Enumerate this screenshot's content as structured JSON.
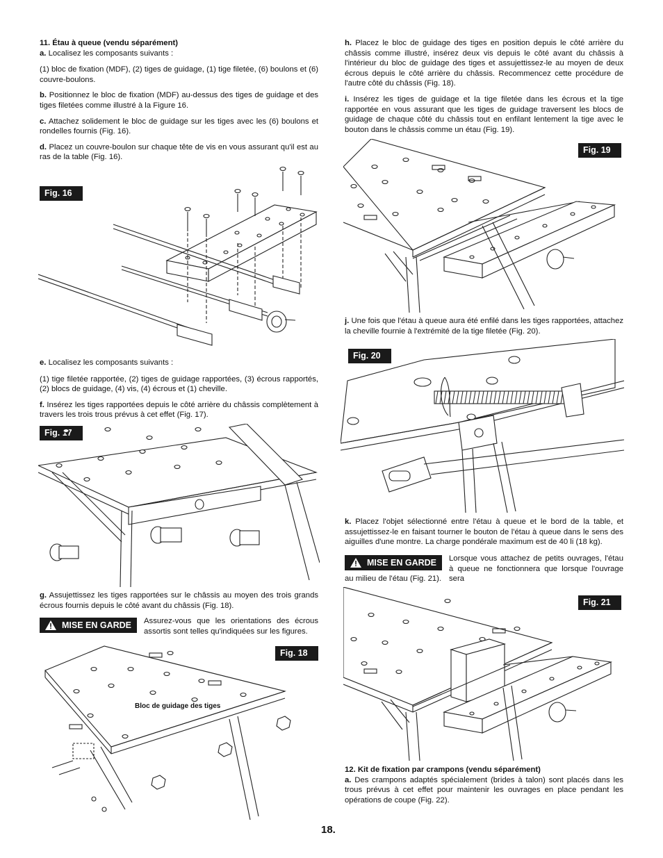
{
  "left": {
    "section11_title": "11. Étau à queue (vendu séparément)",
    "a_label": "a.",
    "a_text": "Localisez les composants suivants :",
    "components1": "(1) bloc de fixation (MDF), (2) tiges de guidage, (1) tige filetée, (6) boulons et (6) couvre-boulons.",
    "b_label": "b.",
    "b_text": "Positionnez le bloc de fixation (MDF) au-dessus des tiges de guidage et des tiges filetées comme illustré à la Figure 16.",
    "c_label": "c.",
    "c_text": "Attachez solidement le bloc de guidage sur les tiges avec les (6) boulons et rondelles fournis (Fig. 16).",
    "d_label": "d.",
    "d_text": "Placez un couvre-boulon sur chaque tête de vis en vous assurant qu'il est au ras de la table (Fig. 16).",
    "fig16": "Fig. 16",
    "e_label": "e.",
    "e_text": "Localisez les composants suivants :",
    "components2": "(1) tige filetée rapportée, (2) tiges de guidage rapportées, (3) écrous rapportés, (2) blocs de guidage, (4) vis, (4) écrous et (1) cheville.",
    "f_label": "f.",
    "f_text": "Insérez les tiges rapportées depuis le côté arrière du châssis complètement à travers les trois trous prévus à cet effet (Fig. 17).",
    "fig17": "Fig. 17",
    "g_label": "g.",
    "g_text": "Assujettissez les tiges rapportées sur le châssis au moyen des trois grands écrous fournis depuis le côté avant du châssis (Fig. 18).",
    "warning1_badge": "MISE EN GARDE",
    "warning1_text": "Assurez-vous que les orientations des écrous assortis sont telles qu'indiquées sur les figures.",
    "fig18": "Fig. 18",
    "fig18_callout": "Bloc de guidage des tiges"
  },
  "right": {
    "h_label": "h.",
    "h_text": "Placez le bloc de guidage des tiges en position depuis le côté arrière du châssis comme illustré, insérez deux vis depuis le côté avant du châssis à l'intérieur du bloc de guidage des tiges et assujettissez-le au moyen de deux écrous depuis le côté arrière du châssis. Recommencez cette procédure de l'autre côté du châssis (Fig. 18).",
    "i_label": "i.",
    "i_text": "Insérez les tiges de guidage et la tige filetée dans les écrous et la tige rapportée en vous assurant que les tiges de guidage traversent les blocs de guidage de chaque côté du châssis tout en enfilant lentement la tige avec le bouton dans le châssis comme un étau (Fig. 19).",
    "fig19": "Fig. 19",
    "j_label": "j.",
    "j_text": "Une fois que l'étau à queue aura été enfilé dans les tiges rapportées, attachez la cheville fournie à l'extrémité de la tige filetée (Fig. 20).",
    "fig20": "Fig. 20",
    "k_label": "k.",
    "k_text": "Placez l'objet sélectionné entre l'étau à queue et le bord de la table, et assujettissez-le en faisant tourner le bouton de l'étau à queue dans le sens des aiguilles d'une montre. La charge pondérale maximum est de 40 li (18 kg).",
    "warning2_badge": "MISE EN GARDE",
    "warning2_text_a": "Lorsque vous attachez de petits ouvrages, l'étau à queue ne fonctionnera que lorsque l'ouvrage sera",
    "warning2_text_b": "au milieu de l'étau (Fig. 21).",
    "fig21": "Fig. 21",
    "section12_title": "12. Kit de fixation par crampons (vendu séparément)",
    "a_label": "a.",
    "a_text": "Des crampons adaptés spécialement (brides à talon) sont placés dans les trous prévus à cet effet pour maintenir les ouvrages en place pendant les opérations de coupe (Fig. 22)."
  },
  "page_number": "18."
}
